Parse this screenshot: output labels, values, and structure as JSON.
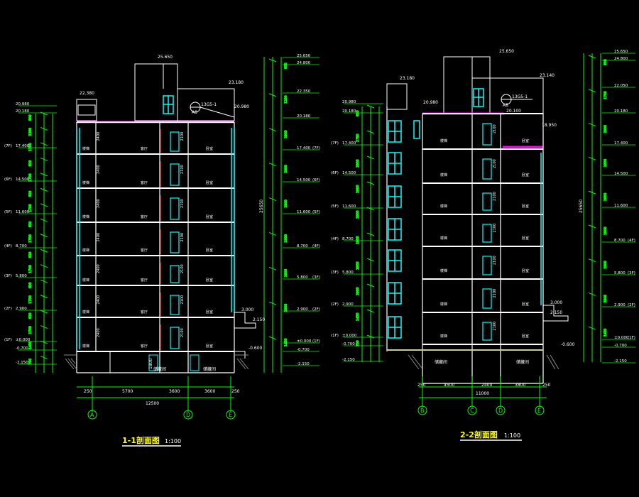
{
  "drawing": {
    "background": "#000000",
    "colors": {
      "wall": "#ffffff",
      "dim": "#00ff00",
      "window": "#00ffff",
      "roof": "#ff00ff",
      "text": "#ffffff",
      "title": "#ffff00",
      "grid_red": "#ff3333",
      "earth": "#777777"
    }
  },
  "section1": {
    "title": "1-1剖面图",
    "scale": "1:100",
    "top_elevations": [
      "25.650",
      "22.380",
      "23.180",
      "20.980"
    ],
    "roof_tag": "13G5-1",
    "roof_tag_sub": "A8",
    "left_levels": [
      {
        "label": "20.980",
        "marker": ""
      },
      {
        "label": "20.180",
        "marker": ""
      },
      {
        "label": "17.400",
        "marker": "(7F)"
      },
      {
        "label": "14.500",
        "marker": "(6F)"
      },
      {
        "label": "11.600",
        "marker": "(5F)"
      },
      {
        "label": "8.700",
        "marker": "(4F)"
      },
      {
        "label": "5.800",
        "marker": "(3F)"
      },
      {
        "label": "2.900",
        "marker": "(2F)"
      },
      {
        "label": "±0.000",
        "marker": "(1F)"
      },
      {
        "label": "-0.700",
        "marker": ""
      },
      {
        "label": "-2.150",
        "marker": ""
      }
    ],
    "right_levels": [
      {
        "label": "25.650",
        "marker": ""
      },
      {
        "label": "24.800",
        "marker": ""
      },
      {
        "label": "22.350",
        "marker": ""
      },
      {
        "label": "20.180",
        "marker": ""
      },
      {
        "label": "17.400",
        "marker": "(7F)"
      },
      {
        "label": "14.500",
        "marker": "(6F)"
      },
      {
        "label": "11.600",
        "marker": "(5F)"
      },
      {
        "label": "8.700",
        "marker": "(4F)"
      },
      {
        "label": "5.800",
        "marker": "(3F)"
      },
      {
        "label": "2.900",
        "marker": "(2F)"
      },
      {
        "label": "±0.000",
        "marker": "(1F)"
      },
      {
        "label": "-0.700",
        "marker": ""
      },
      {
        "label": "-2.150",
        "marker": ""
      }
    ],
    "left_dims": [
      "800",
      "2280",
      "1700",
      "620",
      "1700",
      "620",
      "1700",
      "620",
      "1700",
      "620",
      "1700",
      "620",
      "1700",
      "620",
      "1700",
      "1450",
      "700"
    ],
    "right_dims": [
      "850",
      "1200",
      "2900",
      "2900",
      "2900",
      "2900",
      "2900",
      "2900",
      "1450"
    ],
    "total_height": "25650",
    "floor_height": "2900",
    "door_dims": [
      "2400",
      "2100",
      "2100"
    ],
    "room_labels": [
      "楼梯",
      "客厅",
      "卧室"
    ],
    "basement_labels": [
      "储藏间",
      "储藏间"
    ],
    "basement_dim": "1800",
    "canopy_level": "3.000",
    "side_levels": [
      "2.150",
      "-0.600"
    ],
    "bottom_dims": [
      "250",
      "5700",
      "3600",
      "3600",
      "250"
    ],
    "overall_width": "12500",
    "axes": [
      "A",
      "D",
      "E"
    ]
  },
  "section2": {
    "title": "2-2剖面图",
    "scale": "1:100",
    "top_elevations": [
      "25.650",
      "23.180",
      "23.140",
      "20.980"
    ],
    "roof_tag": "13G5-1",
    "roof_tag_sub": "A8",
    "roof_level_right": "20.100",
    "step_level": "18.950",
    "left_levels": [
      {
        "label": "20.980",
        "marker": ""
      },
      {
        "label": "20.180",
        "marker": ""
      },
      {
        "label": "17.400",
        "marker": "(7F)"
      },
      {
        "label": "14.500",
        "marker": "(6F)"
      },
      {
        "label": "11.600",
        "marker": "(5F)"
      },
      {
        "label": "8.700",
        "marker": "(4F)"
      },
      {
        "label": "5.800",
        "marker": "(3F)"
      },
      {
        "label": "2.900",
        "marker": "(2F)"
      },
      {
        "label": "±0.000",
        "marker": "(1F)"
      },
      {
        "label": "-0.700",
        "marker": ""
      },
      {
        "label": "-2.150",
        "marker": ""
      }
    ],
    "right_levels": [
      {
        "label": "25.650",
        "marker": ""
      },
      {
        "label": "24.800",
        "marker": ""
      },
      {
        "label": "22.050",
        "marker": ""
      },
      {
        "label": "20.180",
        "marker": ""
      },
      {
        "label": "17.400",
        "marker": ""
      },
      {
        "label": "14.500",
        "marker": ""
      },
      {
        "label": "11.600",
        "marker": ""
      },
      {
        "label": "8.700",
        "marker": "(4F)"
      },
      {
        "label": "5.800",
        "marker": "(3F)"
      },
      {
        "label": "2.900",
        "marker": "(2F)"
      },
      {
        "label": "±0.000",
        "marker": "(1F)"
      },
      {
        "label": "-0.700",
        "marker": ""
      },
      {
        "label": "-2.150",
        "marker": ""
      }
    ],
    "left_dims": [
      "800",
      "2780",
      "2900",
      "2900",
      "2900",
      "2900",
      "2900",
      "2900",
      "1450",
      "700"
    ],
    "right_dims": [
      "850",
      "1700",
      "2900",
      "2900",
      "2900",
      "2900",
      "2900",
      "2900",
      "1450"
    ],
    "total_height": "25650",
    "door_dim": "2100",
    "room_labels": [
      "楼梯",
      "卧室"
    ],
    "basement_labels": [
      "储藏间",
      "储藏间"
    ],
    "canopy_level": "3.000",
    "side_levels": [
      "2.150",
      "-0.600"
    ],
    "bottom_dims": [
      "250",
      "4500",
      "2400",
      "3800",
      "250"
    ],
    "overall_width": "11000",
    "axes": [
      "B",
      "C",
      "D",
      "E"
    ]
  }
}
